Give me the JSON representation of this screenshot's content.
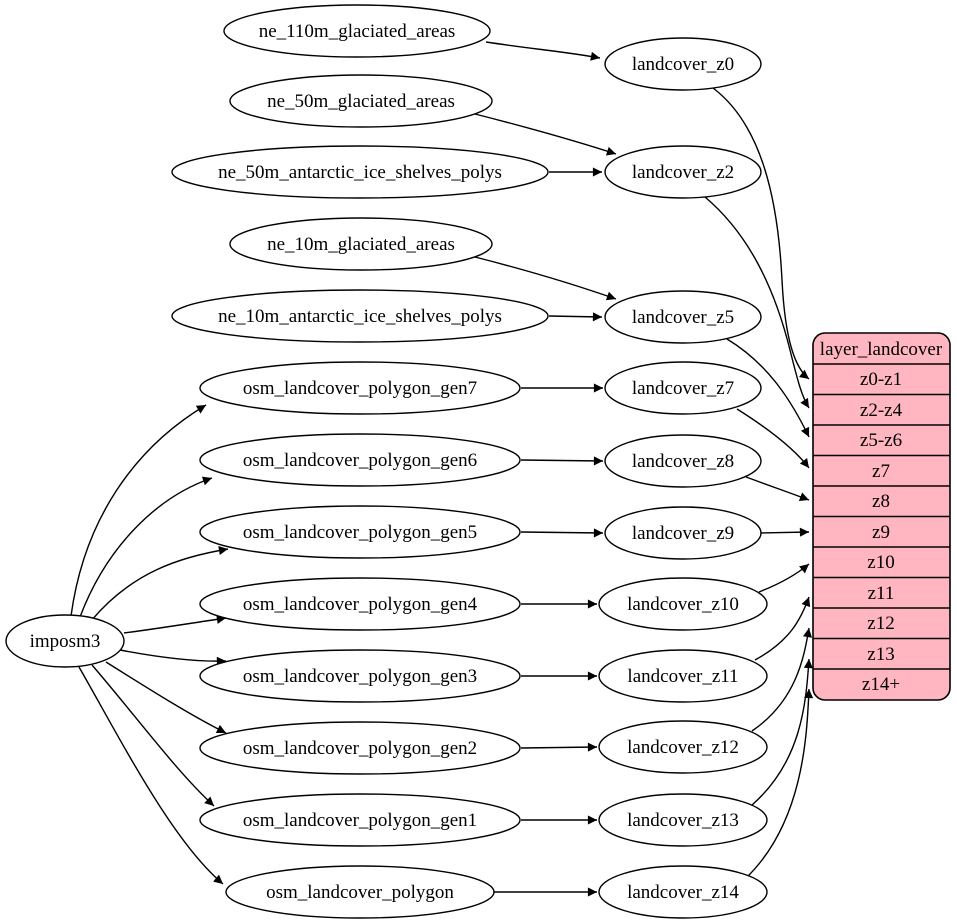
{
  "colors": {
    "background": "#ffffff",
    "edge_stroke": "#000000",
    "node_fill": "#ffffff",
    "node_stroke": "#000000",
    "table_fill": "#ffb6c1"
  },
  "imposm3": {
    "label": "imposm3"
  },
  "sources": [
    {
      "label": "ne_110m_glaciated_areas"
    },
    {
      "label": "ne_50m_glaciated_areas"
    },
    {
      "label": "ne_50m_antarctic_ice_shelves_polys"
    },
    {
      "label": "ne_10m_glaciated_areas"
    },
    {
      "label": "ne_10m_antarctic_ice_shelves_polys"
    },
    {
      "label": "osm_landcover_polygon_gen7"
    },
    {
      "label": "osm_landcover_polygon_gen6"
    },
    {
      "label": "osm_landcover_polygon_gen5"
    },
    {
      "label": "osm_landcover_polygon_gen4"
    },
    {
      "label": "osm_landcover_polygon_gen3"
    },
    {
      "label": "osm_landcover_polygon_gen2"
    },
    {
      "label": "osm_landcover_polygon_gen1"
    },
    {
      "label": "osm_landcover_polygon"
    }
  ],
  "landcover": [
    {
      "label": "landcover_z0"
    },
    {
      "label": "landcover_z2"
    },
    {
      "label": "landcover_z5"
    },
    {
      "label": "landcover_z7"
    },
    {
      "label": "landcover_z8"
    },
    {
      "label": "landcover_z9"
    },
    {
      "label": "landcover_z10"
    },
    {
      "label": "landcover_z11"
    },
    {
      "label": "landcover_z12"
    },
    {
      "label": "landcover_z13"
    },
    {
      "label": "landcover_z14"
    }
  ],
  "table": {
    "title": "layer_landcover",
    "rows": [
      "z0-z1",
      "z2-z4",
      "z5-z6",
      "z7",
      "z8",
      "z9",
      "z10",
      "z11",
      "z12",
      "z13",
      "z14+"
    ]
  }
}
